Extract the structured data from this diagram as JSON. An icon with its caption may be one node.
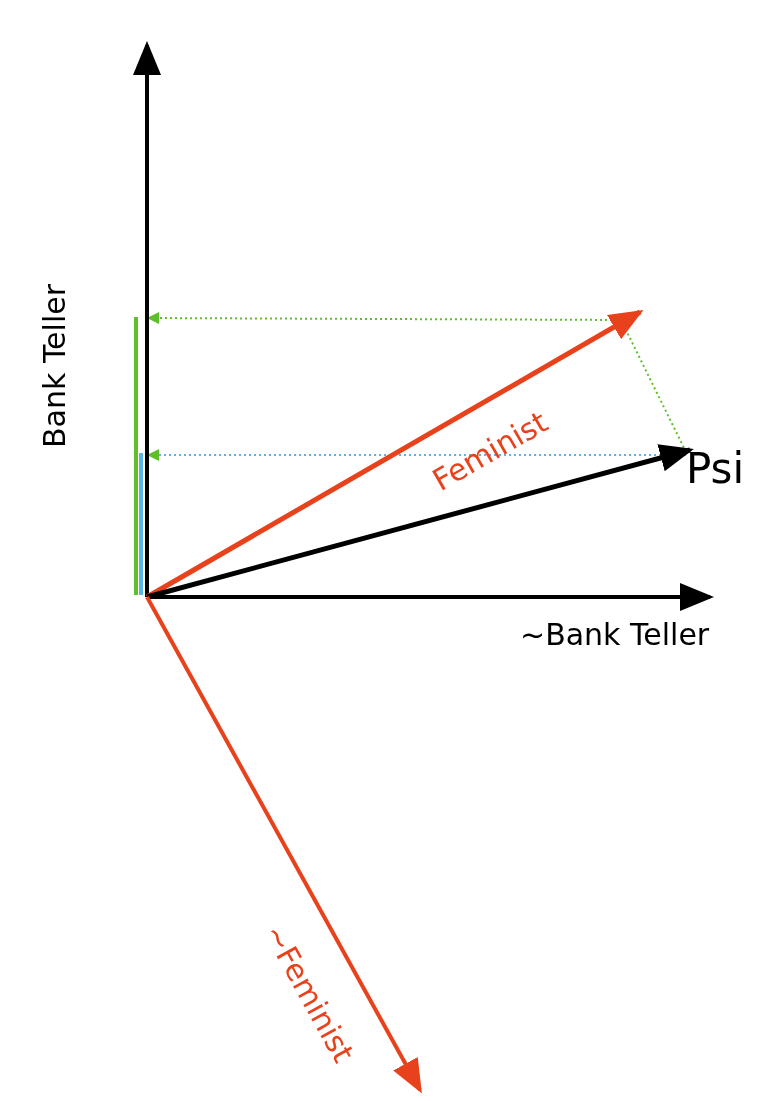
{
  "diagram": {
    "labels": [
      "Bank Teller",
      "Feminist",
      "Psi",
      "~Bank Teller",
      "~Feminist"
    ]
  }
}
